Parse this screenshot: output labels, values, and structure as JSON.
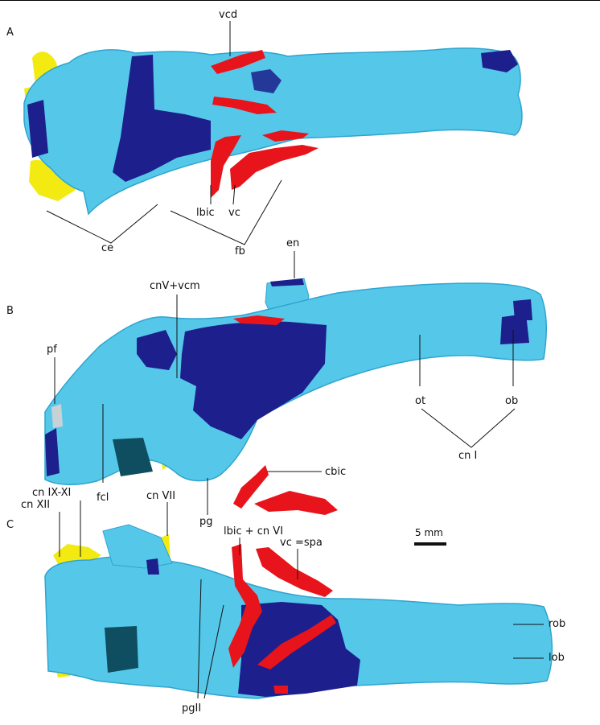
{
  "colors": {
    "bone": "#55c8ea",
    "bone_edge": "#2fa4cf",
    "endocast": "#1c1f8c",
    "vessels": "#e8141c",
    "inner_ear": "#f2ea10",
    "dark_teal": "#0e4e60"
  },
  "panels": {
    "A": "A",
    "B": "B",
    "C": "C"
  },
  "labels_A": {
    "vcd": "vcd",
    "lbic": "lbic",
    "vc": "vc",
    "ce": "ce",
    "fb": "fb"
  },
  "labels_B": {
    "en": "en",
    "cnV_vcm": "cnV+vcm",
    "pf": "pf",
    "ot": "ot",
    "ob": "ob",
    "cnI": "cn I",
    "cbic": "cbic",
    "pg": "pg",
    "fcl": "fcl",
    "cnIX_XI": "cn IX-XI",
    "cnXII": "cn XII"
  },
  "labels_C": {
    "cnVII": "cn VII",
    "lbic_cnVI": "lbic + cn VI",
    "vc_spa": "vc =spa",
    "rob": "rob",
    "lob": "lob",
    "pgII": "pgII"
  },
  "scale_bar": "5 mm"
}
